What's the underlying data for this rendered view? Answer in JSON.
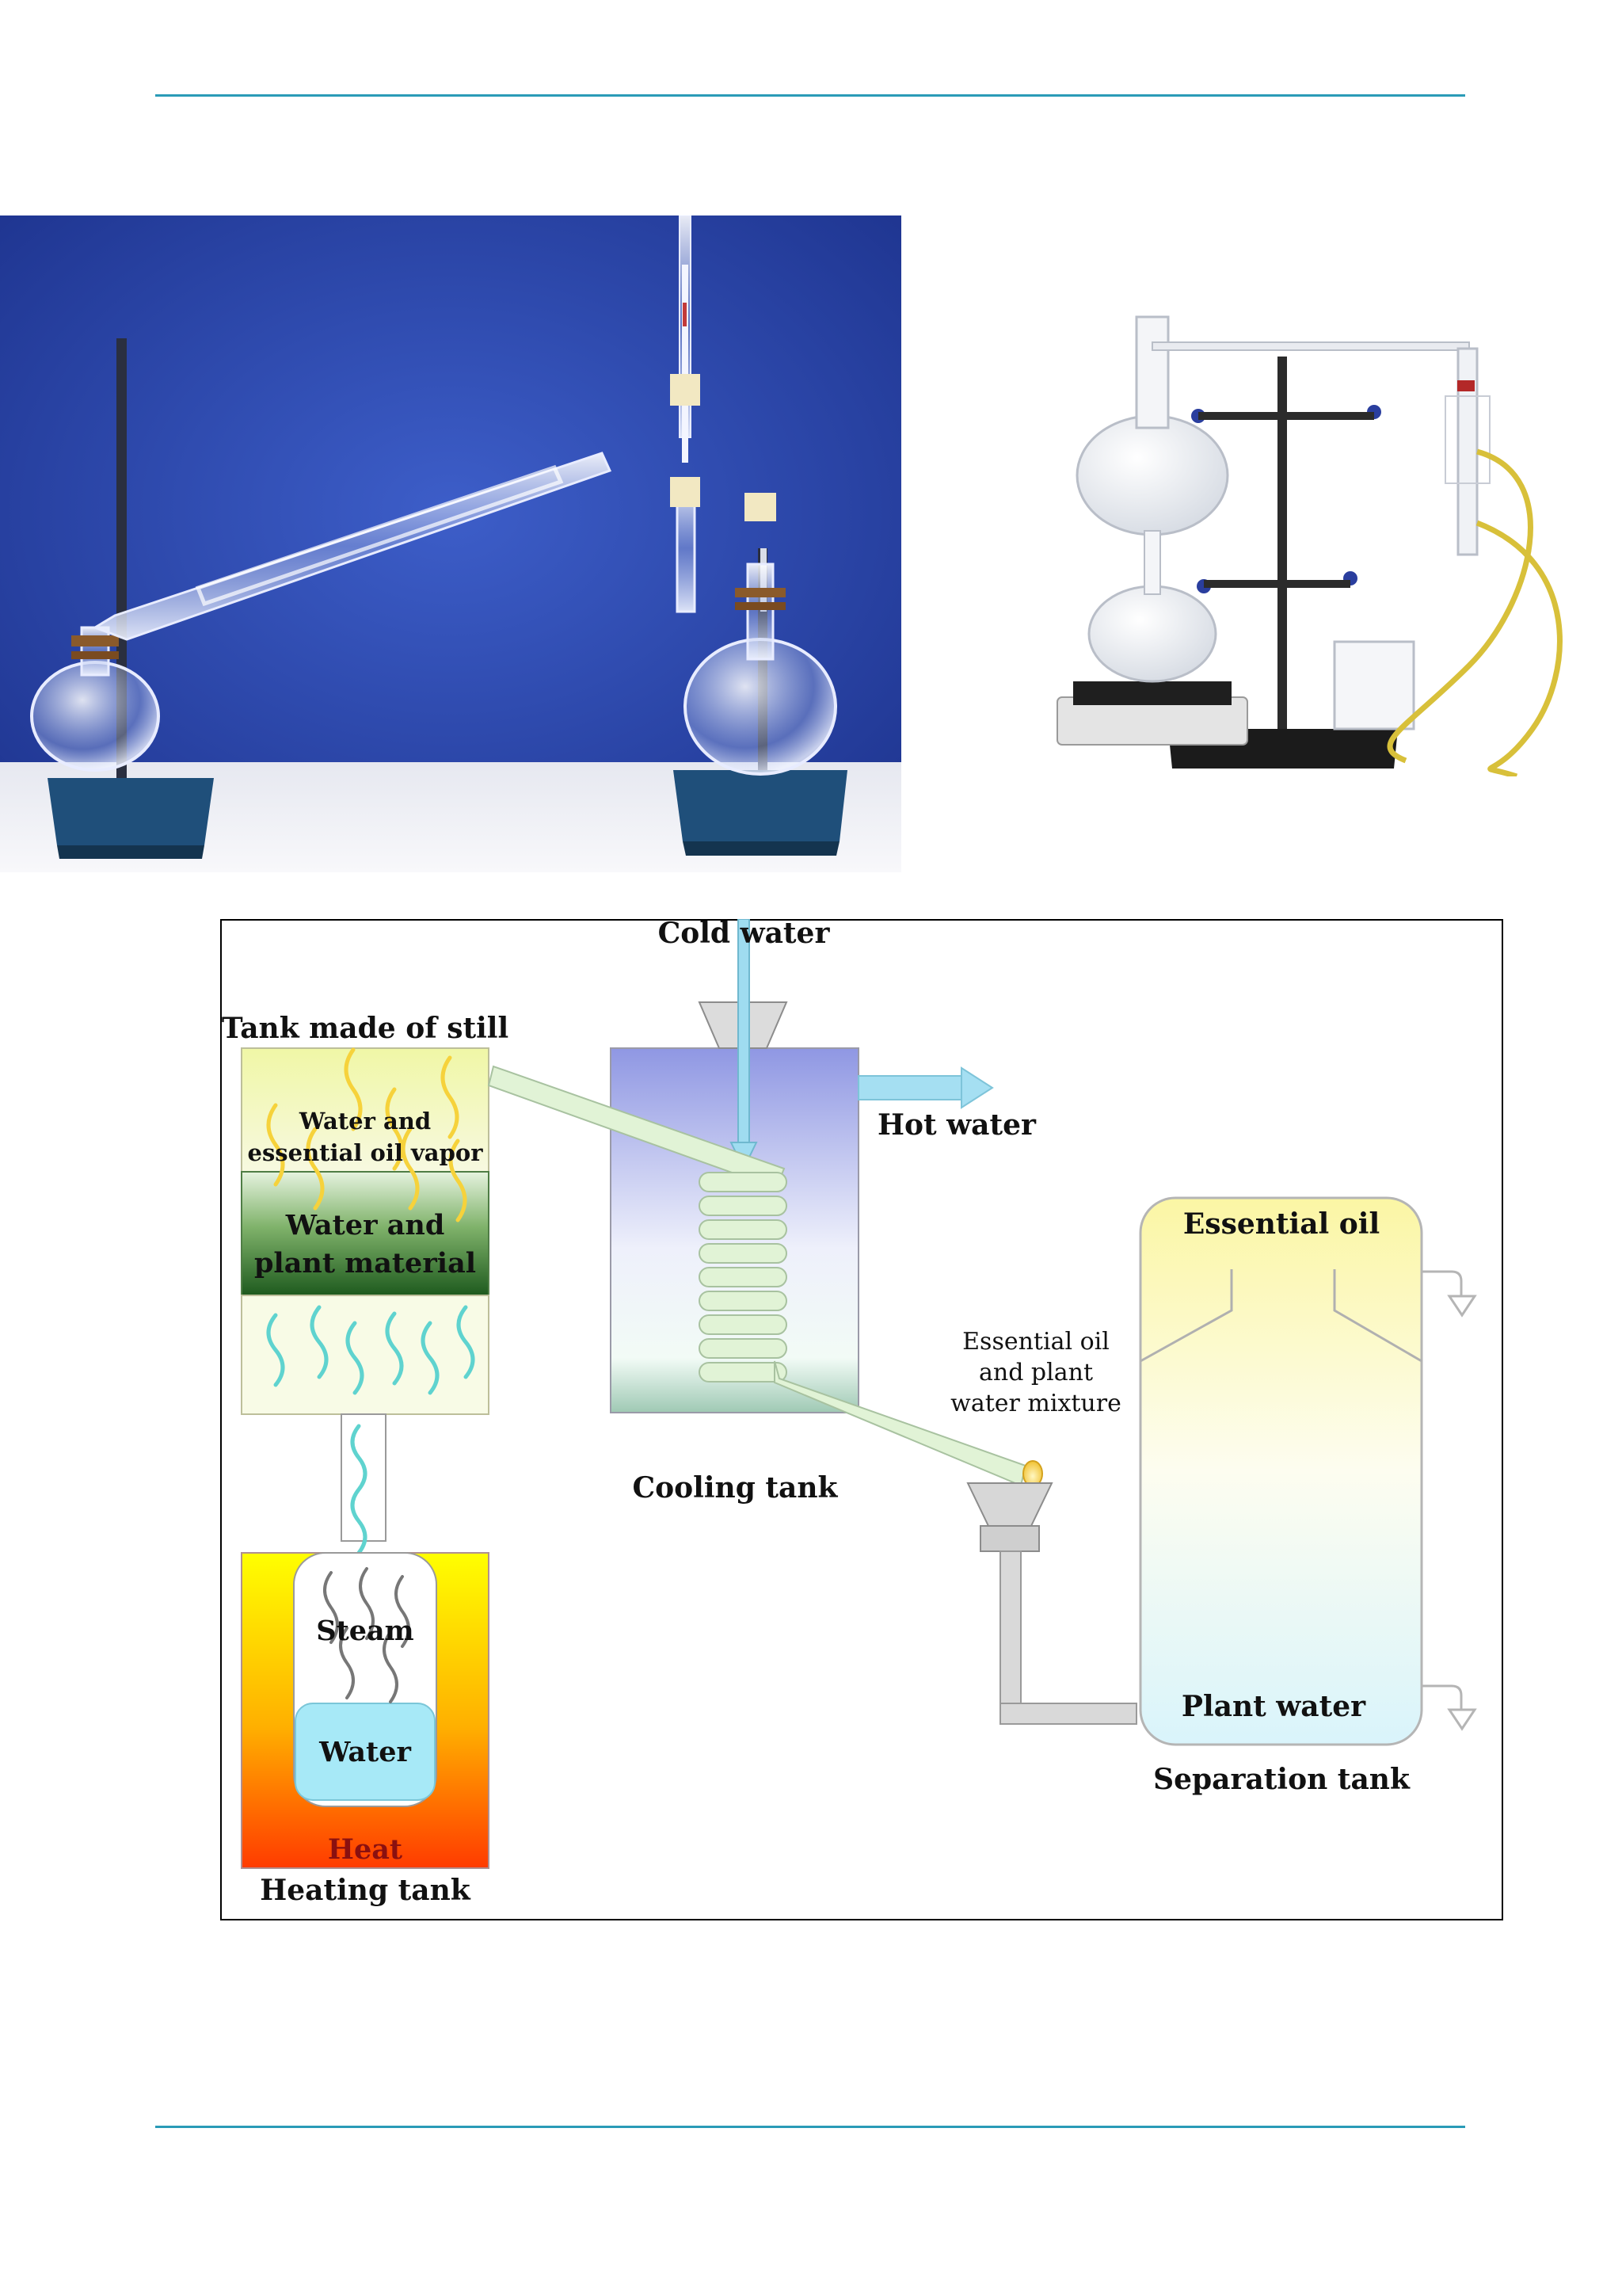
{
  "diagram": {
    "labels": {
      "cold_water": "Cold water",
      "tank_made_of_still": "Tank made of still",
      "vapor_line1": "Water and",
      "vapor_line2": "essential oil vapor",
      "plant_line1": "Water and",
      "plant_line2": "plant material",
      "hot_water": "Hot water",
      "cooling_tank": "Cooling tank",
      "essential_oil": "Essential oil",
      "mixture_line1": "Essential oil",
      "mixture_line2": "and plant",
      "mixture_line3": "water mixture",
      "steam": "Steam",
      "water": "Water",
      "heat": "Heat",
      "heating_tank": "Heating tank",
      "plant_water": "Plant water",
      "separation_tank": "Separation tank"
    }
  }
}
